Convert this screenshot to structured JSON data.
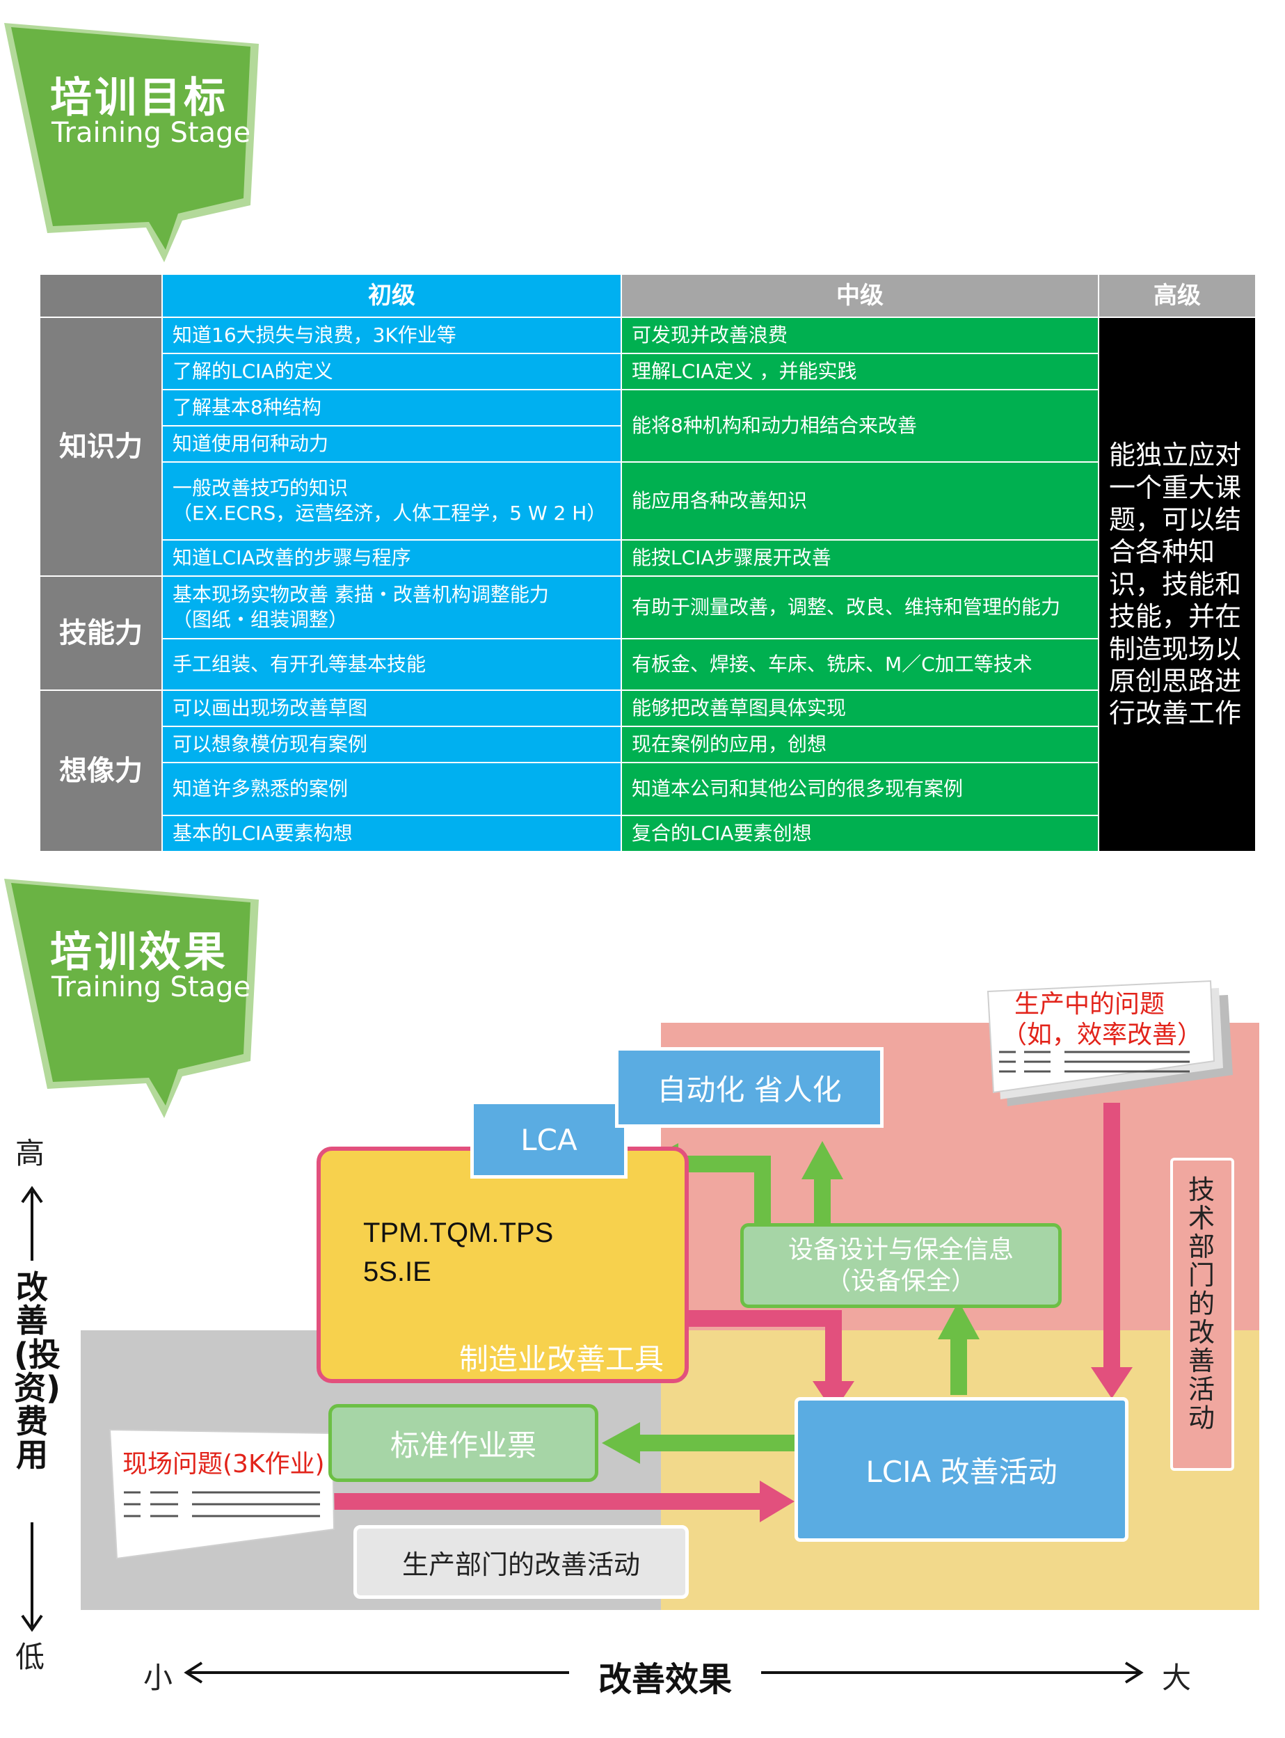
{
  "section1": {
    "title": "培训目标",
    "subtitle": "Training Stage"
  },
  "table": {
    "headers": {
      "junior": "初级",
      "middle": "中级",
      "senior": "高级"
    },
    "categories": {
      "knowledge": "知识力",
      "skill": "技能力",
      "imagination": "想像力"
    },
    "rows": [
      {
        "junior": "知道16大损失与浪费，3K作业等",
        "middle": "可发现并改善浪费"
      },
      {
        "junior": "了解的LCIA的定义",
        "middle": "理解LCIA定义 ，并能实践"
      },
      {
        "junior": "了解基本8种结构",
        "middle": "能将8种机构和动力相结合来改善"
      },
      {
        "junior": "知道使用何种动力"
      },
      {
        "junior": "一般改善技巧的知识",
        "junior2": "（EX.ECRS，运营经济，人体工程学，5 W 2 H）",
        "middle": "能应用各种改善知识"
      },
      {
        "junior": "知道LCIA改善的步骤与程序",
        "middle": "能按LCIA步骤展开改善"
      },
      {
        "junior": "基本现场实物改善 素描・改善机构调整能力",
        "junior2": "（图纸・组装调整）",
        "middle": "有助于测量改善，调整、改良、维持和管理的能力"
      },
      {
        "junior": "手工组装、有开孔等基本技能",
        "middle": "有板金、焊接、车床、铣床、M／C加工等技术"
      },
      {
        "junior": "可以画出现场改善草图",
        "middle": "能够把改善草图具体实现"
      },
      {
        "junior": "可以想象模仿现有案例",
        "middle": "现在案例的应用，创想"
      },
      {
        "junior": "知道许多熟悉的案例",
        "middle": "知道本公司和其他公司的很多现有案例"
      },
      {
        "junior": "基本的LCIA要素构想",
        "middle": "复合的LCIA要素创想"
      }
    ],
    "senior_text": "能独立应对一个重大课题，可以结合各种知识，技能和技能，并在制造现场以原创思路进行改善工作"
  },
  "section2": {
    "title": "培训效果",
    "subtitle": "Training Stage"
  },
  "diagram": {
    "y_axis": {
      "high": "高",
      "low": "低",
      "label": "改善(投资)费用"
    },
    "x_axis": {
      "small": "小",
      "large": "大",
      "label": "改善效果"
    },
    "tools_box": {
      "line1": "TPM.TQM.TPS",
      "line2": "5S.IE",
      "caption": "制造业改善工具"
    },
    "lca": "LCA",
    "automation": "自动化 省人化",
    "equipment": {
      "line1": "设备设计与保全信息",
      "line2": "（设备保全）"
    },
    "problem_top": {
      "line1": "生产中的问题",
      "line2": "（如，效率改善）"
    },
    "tech_dept": "技术部门的改善活动",
    "std_work": "标准作业票",
    "site_problem": "现场问题(3K作业)",
    "lcia_activity": "LCIA 改善活动",
    "production_activity": "生产部门的改善活动"
  },
  "colors": {
    "green": "#6ab344",
    "blue": "#00b0f0",
    "grid_green": "#00b050",
    "pink": "#e2507d",
    "arrow_green": "#6cbf45"
  }
}
